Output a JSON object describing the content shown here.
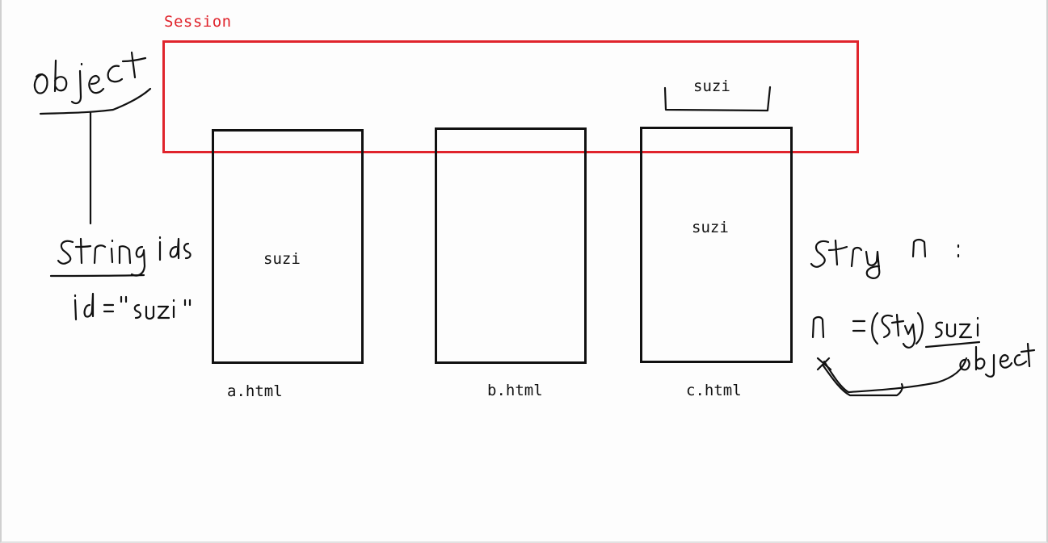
{
  "session": {
    "label": "Session",
    "item_label": "suzi"
  },
  "pages": [
    {
      "file": "a.html",
      "value": "suzi"
    },
    {
      "file": "b.html",
      "value": ""
    },
    {
      "file": "c.html",
      "value": "suzi"
    }
  ],
  "colors": {
    "session": "#e0242c",
    "ink": "#111111",
    "background": "#fdfdfd"
  }
}
